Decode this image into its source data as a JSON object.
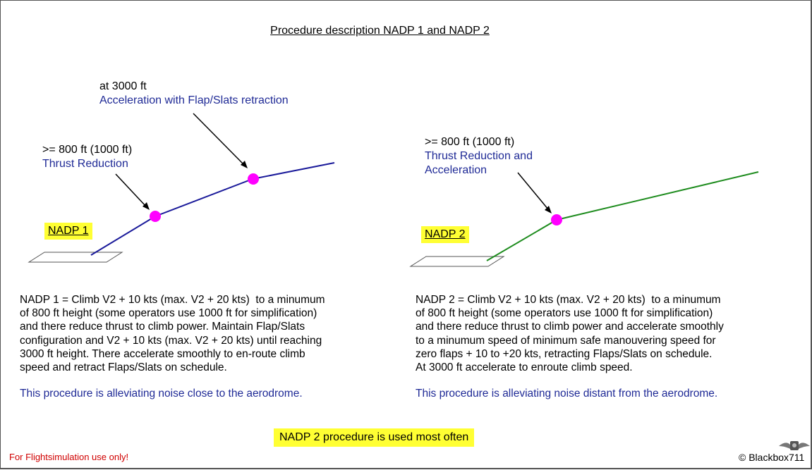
{
  "title": "Procedure description NADP 1 and NADP 2",
  "colors": {
    "nadp1_line": "#1a1a9a",
    "nadp2_line": "#1e8c1e",
    "point": "#ff00ff",
    "highlight": "#ffff33",
    "blue_text": "#1f2a96",
    "warning_text": "#d00000"
  },
  "nadp1": {
    "tag": "NADP 1",
    "point_low": {
      "line1": ">= 800 ft (1000 ft)",
      "line2": "Thrust Reduction"
    },
    "point_high": {
      "line1": "at 3000 ft",
      "line2": "Acceleration with Flap/Slats retraction"
    },
    "description": "NADP 1 = Climb V2 + 10 kts (max. V2 + 20 kts)  to a minumum\nof 800 ft height (some operators use 1000 ft for simplification)\nand there reduce thrust to climb power. Maintain Flap/Slats\nconfiguration and V2 + 10 kts (max. V2 + 20 kts) until reaching\n3000 ft height. There accelerate smoothly to en-route climb\nspeed and retract Flaps/Slats on schedule.",
    "note": "This procedure is alleviating noise close to the aerodrome."
  },
  "nadp2": {
    "tag": "NADP 2",
    "point": {
      "line1": ">= 800 ft (1000 ft)",
      "line2": "Thrust Reduction and",
      "line3": "Acceleration"
    },
    "description": "NADP 2 = Climb V2 + 10 kts (max. V2 + 20 kts)  to a minumum\nof 800 ft height (some operators use 1000 ft for simplification)\nand there reduce thrust to climb power and accelerate smoothly\nto a minumum speed of minimum safe manouvering speed for\nzero flaps + 10 to +20 kts, retracting Flaps/Slats on schedule.\nAt 3000 ft accelerate to enroute climb speed.",
    "note": "This procedure is alleviating noise distant from the aerodrome."
  },
  "bottom_note": "NADP 2 procedure is used most often",
  "footer": {
    "warning": "For Flightsimulation use only!",
    "copyright": "© Blackbox711"
  },
  "icons": {
    "logo": "blackbox-wings-logo-icon"
  }
}
